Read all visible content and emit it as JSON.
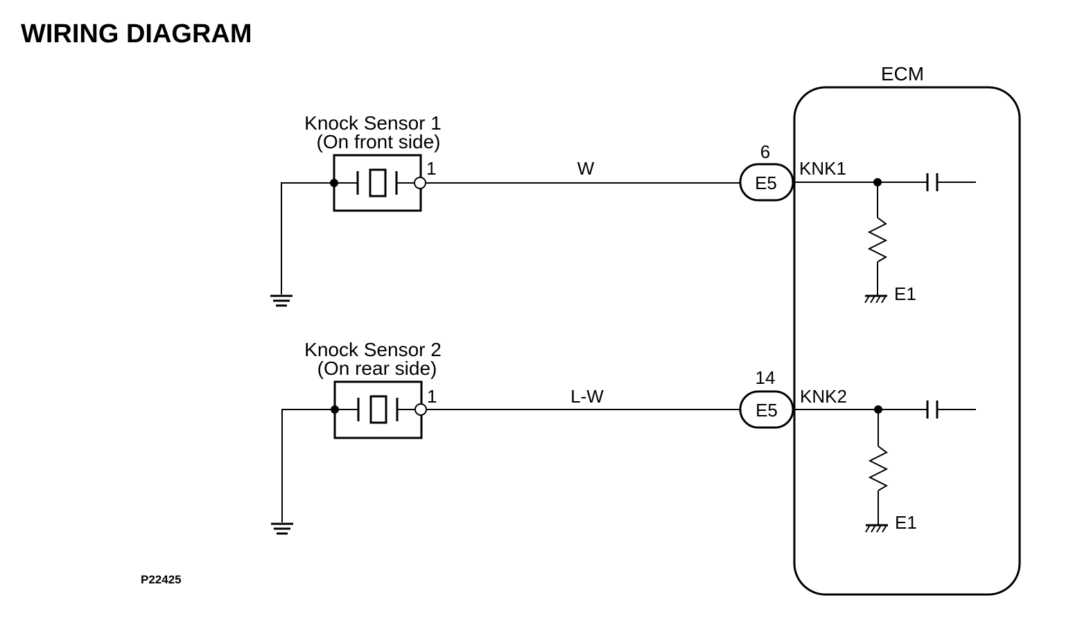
{
  "title": "WIRING DIAGRAM",
  "ecm": {
    "label": "ECM"
  },
  "sensors": [
    {
      "name": "Knock Sensor 1",
      "location": "(On front side)",
      "pin": "1",
      "wire_color": "W",
      "ecm_pin": "6",
      "connector": "E5",
      "terminal": "KNK1",
      "ground": "E1"
    },
    {
      "name": "Knock Sensor 2",
      "location": "(On rear side)",
      "pin": "1",
      "wire_color": "L-W",
      "ecm_pin": "14",
      "connector": "E5",
      "terminal": "KNK2",
      "ground": "E1"
    }
  ],
  "figure_code": "P22425"
}
